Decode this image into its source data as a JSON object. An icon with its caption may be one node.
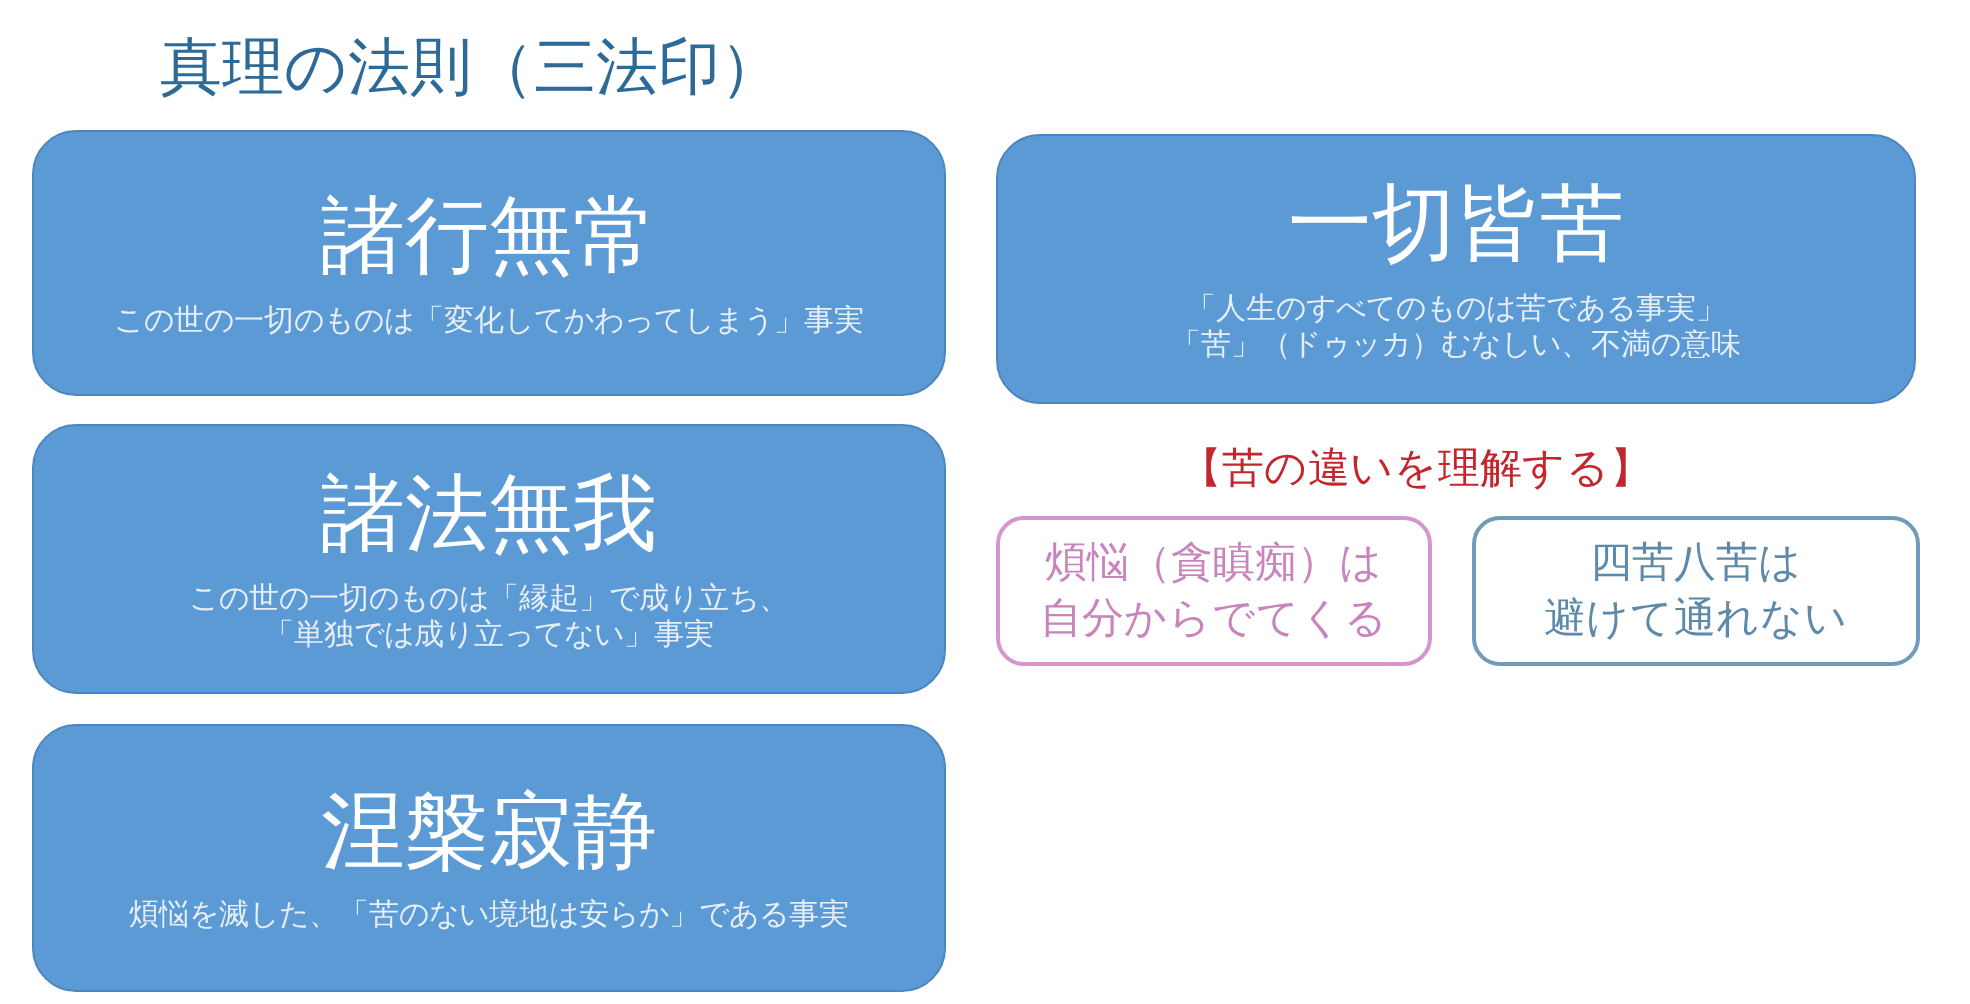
{
  "diagram": {
    "title": "真理の法則（三法印）",
    "nodes": [
      {
        "text": [
          "諸行無常",
          "この世の一切のものは「変化してかわってしまう」事実"
        ]
      },
      {
        "text": [
          "諸法無我",
          "この世の一切のものは「縁起」で成り立ち、「単独では成り立ってない」事実"
        ]
      },
      {
        "text": [
          "涅槃寂静",
          "煩悩を滅した、「苦のない境地は安らか」である事実"
        ]
      },
      {
        "text": [
          "一切皆苦",
          "「人生のすべてのものは苦である事実」「苦」（ドゥッカ）むなしい、不満の意味"
        ]
      },
      {
        "text": [
          "煩悩（貪瞋痴）は自分からでてくる"
        ]
      },
      {
        "text": [
          "四苦八苦は避けて通れない"
        ]
      }
    ],
    "labels": [
      "【苦の違いを理解する】"
    ]
  }
}
